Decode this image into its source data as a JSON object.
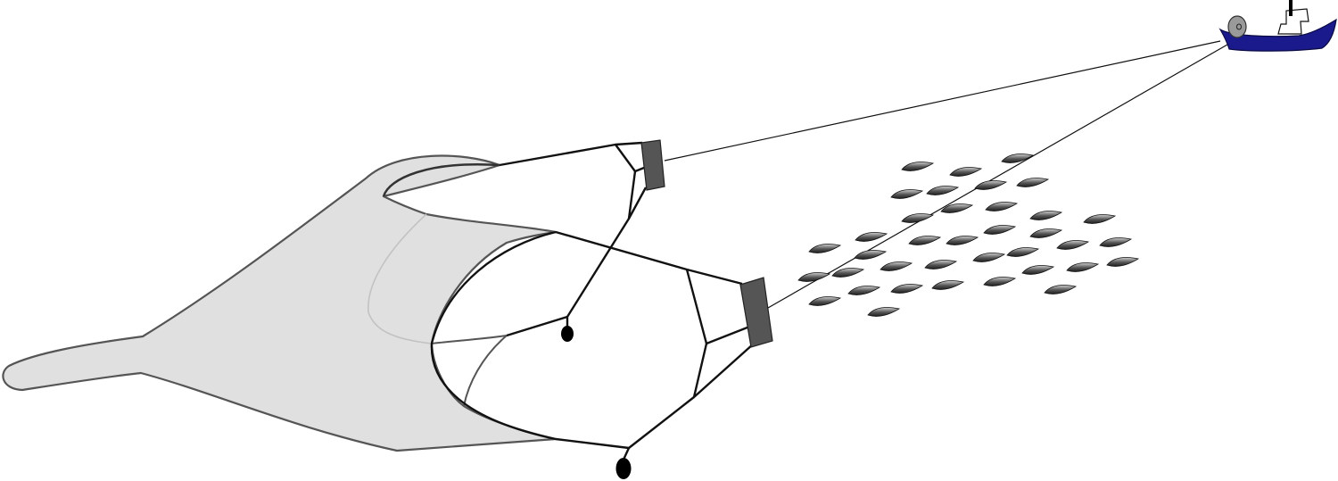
{
  "diagram": {
    "type": "illustration",
    "description_shown_text": "",
    "components": [
      {
        "name": "fishing-vessel",
        "kind": "boat",
        "color": "#1a1a8c"
      },
      {
        "name": "warp-lines",
        "kind": "tow-cables",
        "count": 2
      },
      {
        "name": "otter-boards",
        "kind": "trawl-doors",
        "count": 2,
        "color": "#555555"
      },
      {
        "name": "bridles",
        "kind": "rigging"
      },
      {
        "name": "weights",
        "kind": "sinkers",
        "count": 2,
        "color": "#000000"
      },
      {
        "name": "trawl-net",
        "kind": "net",
        "color": "#e0e0e0"
      },
      {
        "name": "fish-school",
        "kind": "fish",
        "count": 39
      }
    ],
    "colors": {
      "net_fill": "#e0e0e0",
      "net_stroke": "#555555",
      "boat_hull": "#1a1a8c",
      "door_fill": "#555555",
      "line": "#000000",
      "fish_dark": "#2a2a2a",
      "fish_light": "#cfcfcf"
    }
  }
}
